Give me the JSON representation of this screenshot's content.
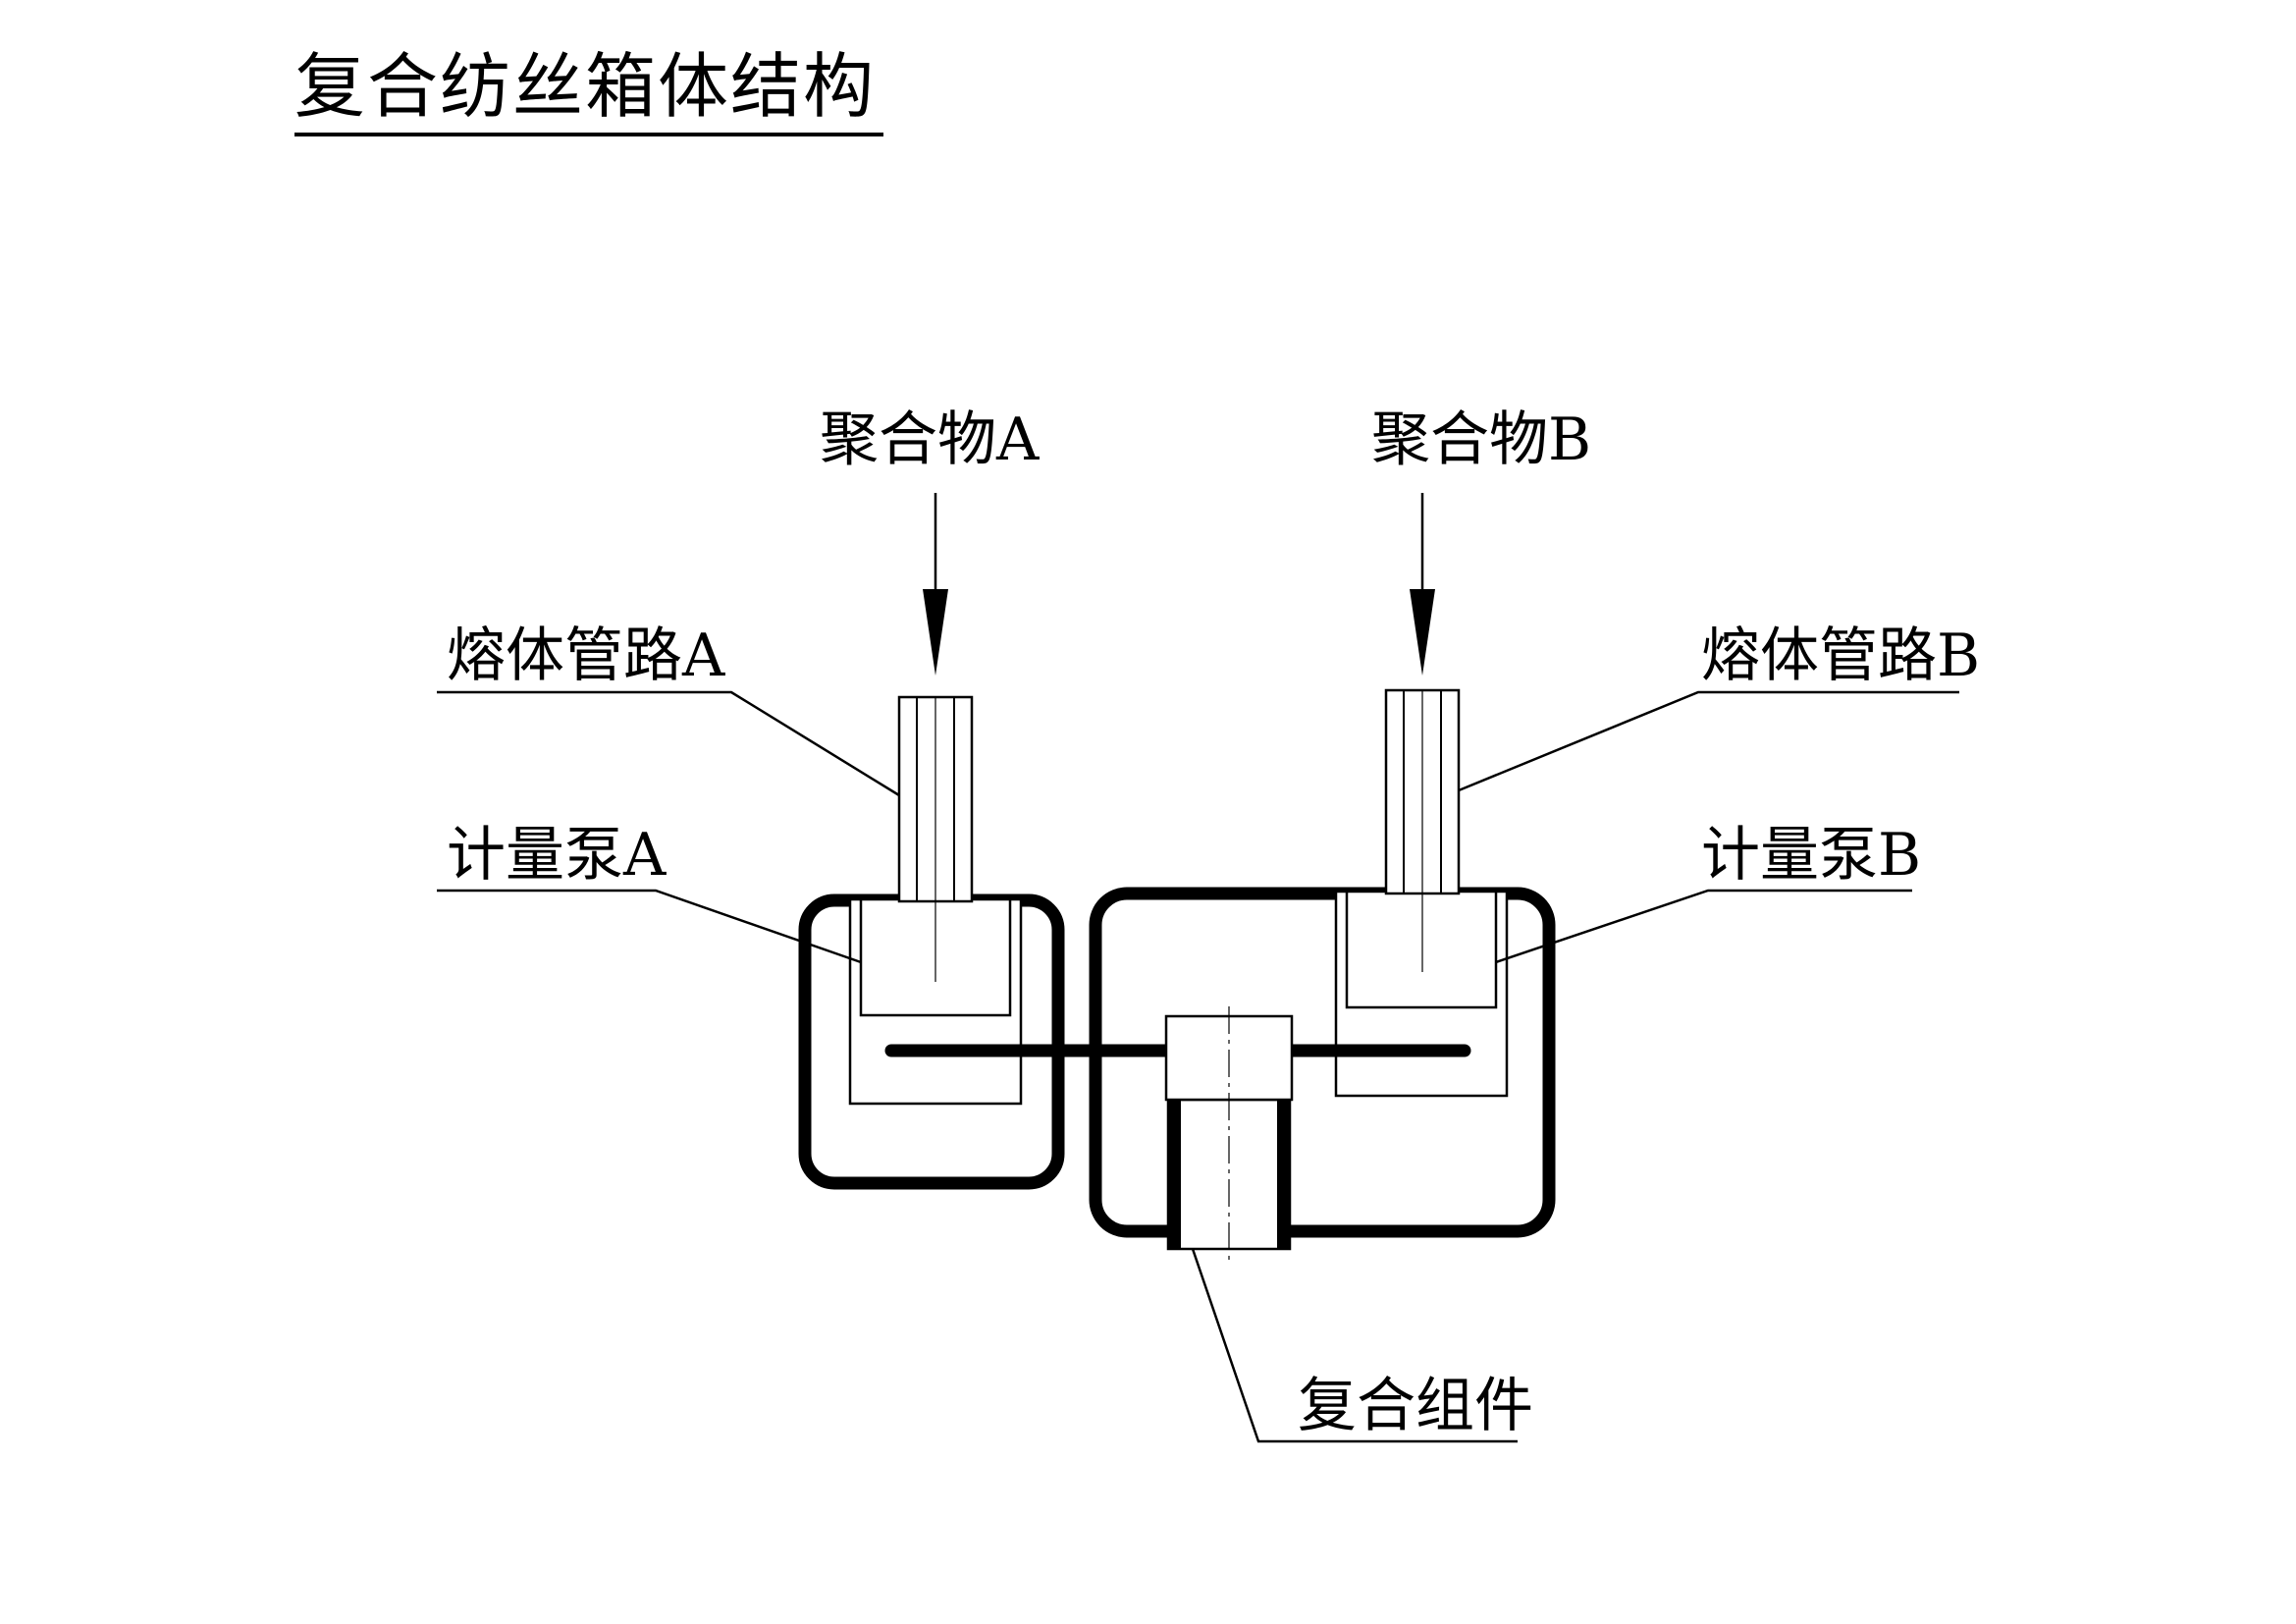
{
  "title": "复合纺丝箱体结构",
  "labels": {
    "polymer_a": "聚合物A",
    "polymer_b": "聚合物B",
    "melt_pipe_a": "熔体管路A",
    "melt_pipe_b": "熔体管路B",
    "metering_pump_a": "计量泵A",
    "metering_pump_b": "计量泵B",
    "composite_assembly": "复合组件"
  },
  "colors": {
    "line": "#000000",
    "background": "#ffffff"
  }
}
